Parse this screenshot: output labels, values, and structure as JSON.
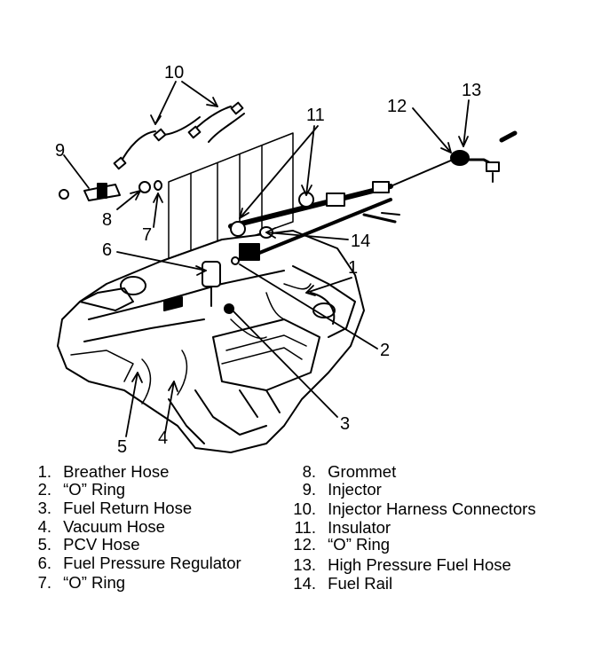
{
  "diagram": {
    "callouts": [
      "1",
      "2",
      "3",
      "4",
      "5",
      "6",
      "7",
      "8",
      "9",
      "10",
      "11",
      "12",
      "13",
      "14"
    ],
    "legend": [
      {
        "num": "1.",
        "text": "Breather Hose"
      },
      {
        "num": "2.",
        "text": "“O” Ring"
      },
      {
        "num": "3.",
        "text": "Fuel Return Hose"
      },
      {
        "num": "4.",
        "text": "Vacuum Hose"
      },
      {
        "num": "5.",
        "text": "PCV Hose"
      },
      {
        "num": "6.",
        "text": "Fuel Pressure Regulator"
      },
      {
        "num": "7.",
        "text": "“O” Ring"
      },
      {
        "num": "8.",
        "text": "Grommet"
      },
      {
        "num": "9.",
        "text": "Injector"
      },
      {
        "num": "10.",
        "text": "Injector Harness Connectors"
      },
      {
        "num": "11.",
        "text": "Insulator"
      },
      {
        "num": "12.",
        "text": "“O” Ring"
      },
      {
        "num": "13.",
        "text": "High Pressure Fuel Hose"
      },
      {
        "num": "14.",
        "text": "Fuel Rail"
      }
    ]
  }
}
